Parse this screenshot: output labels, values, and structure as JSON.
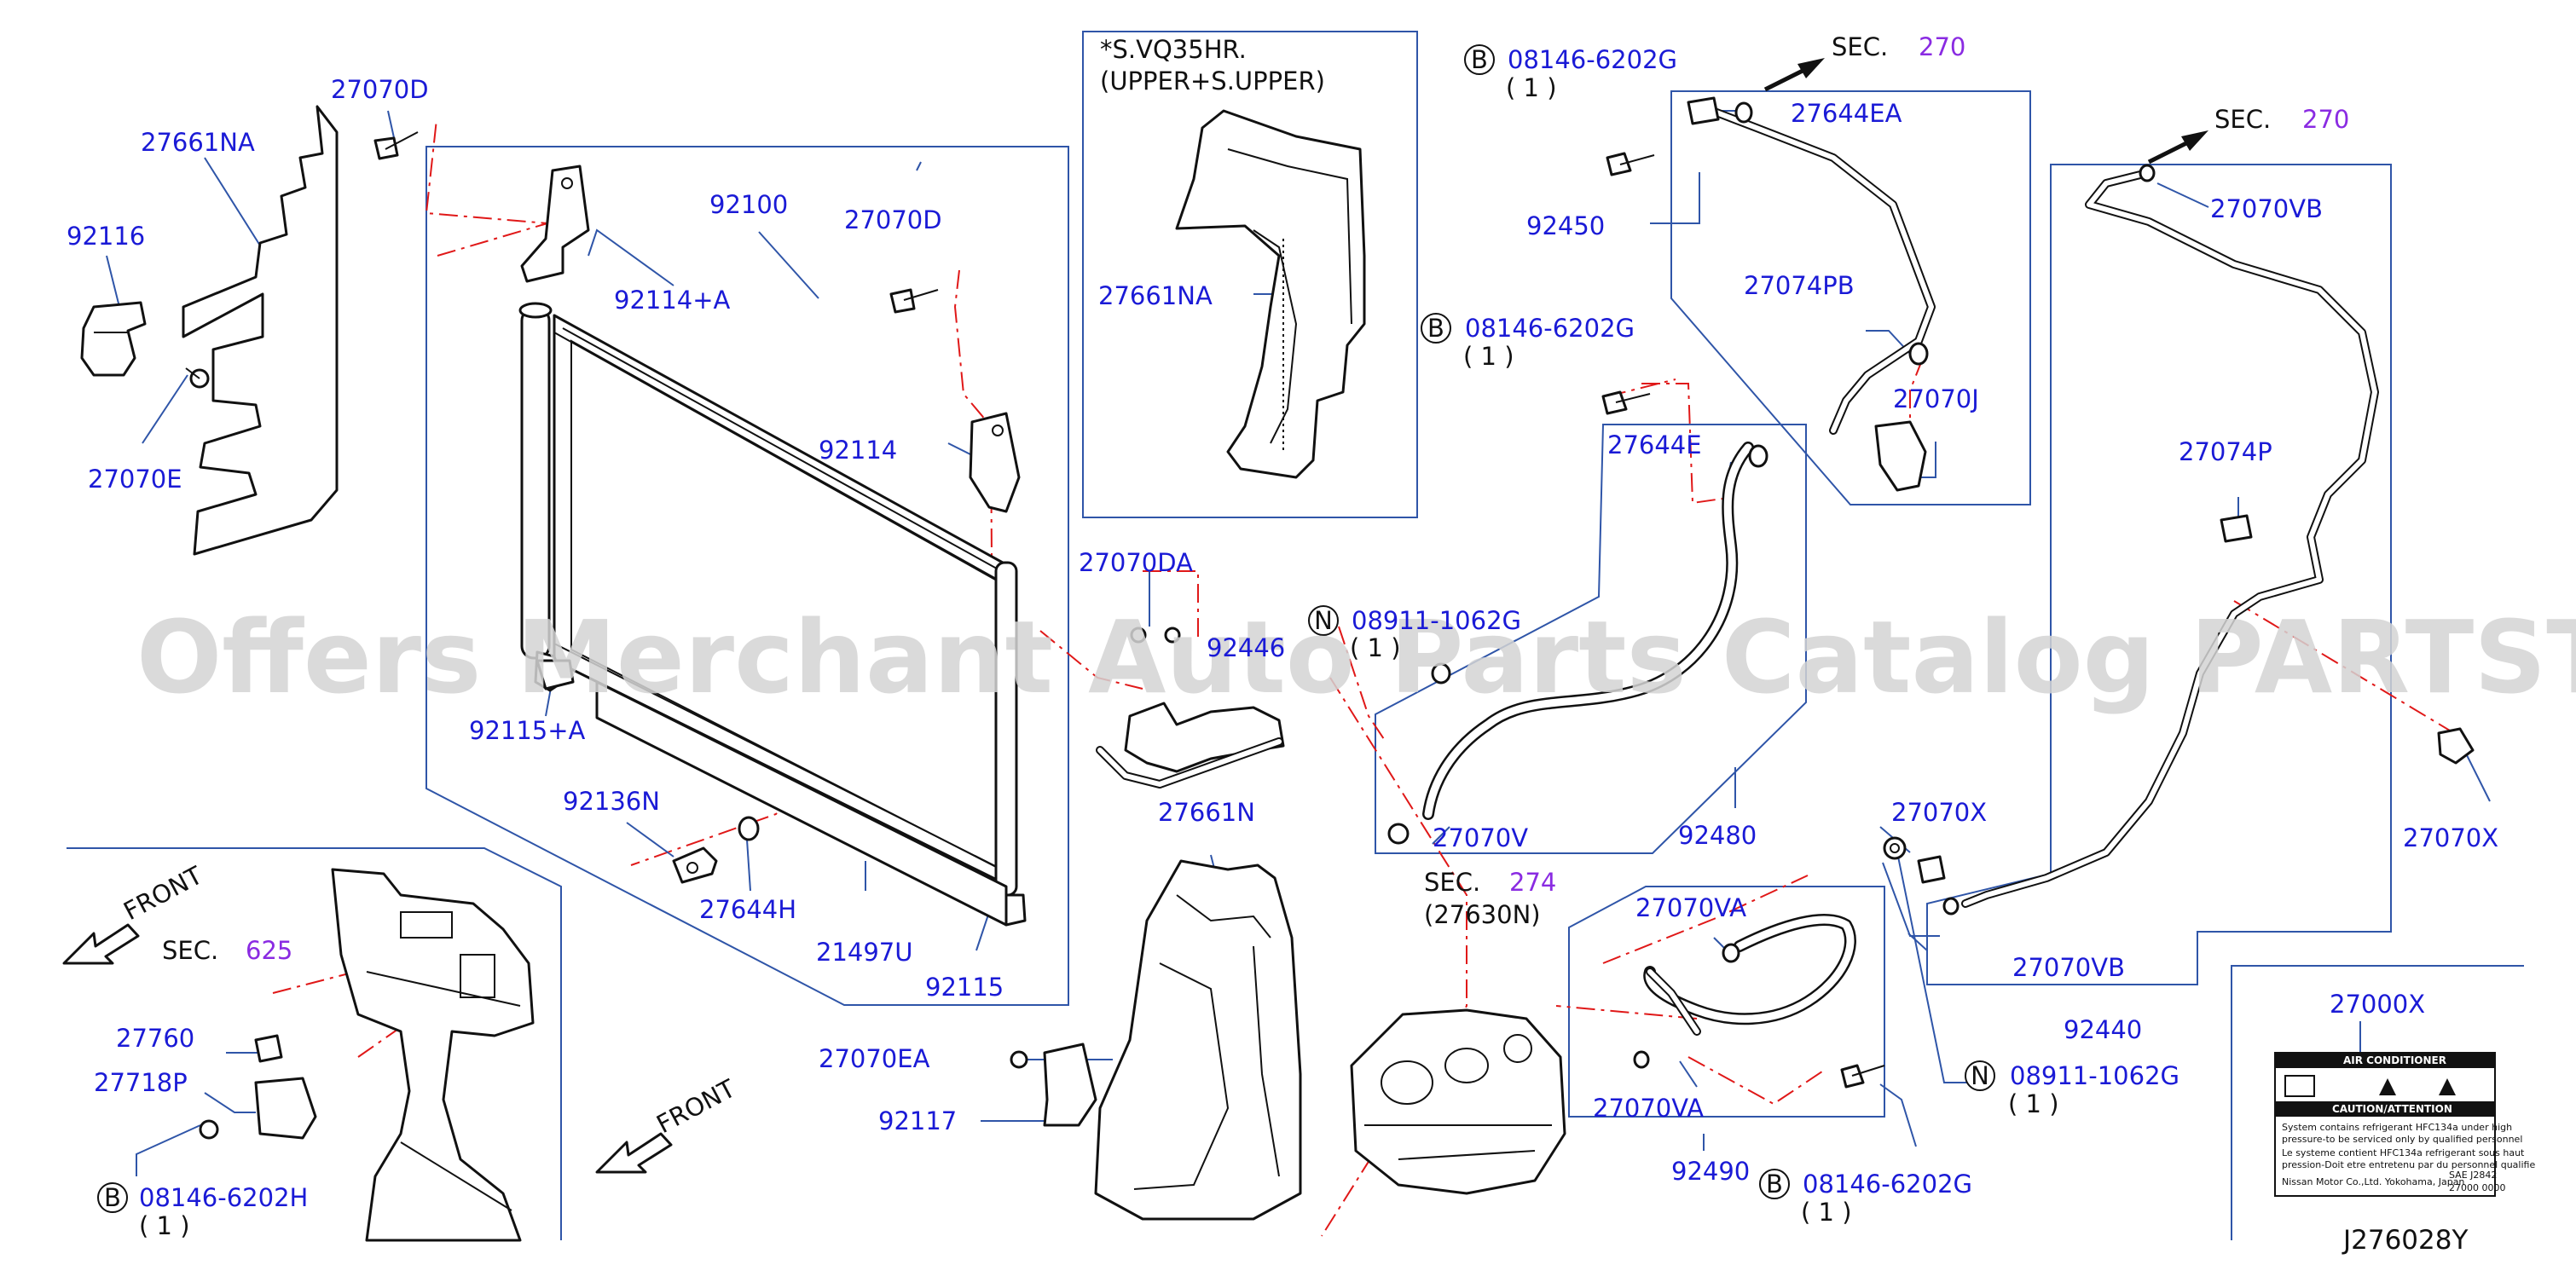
{
  "diagram_code": "J276028Y",
  "watermark": "Offers Merchant Auto Parts Catalog PARTSTORE.SA",
  "note": {
    "line1": "*S.VQ35HR.",
    "line2": "(UPPER+S.UPPER)"
  },
  "sections": {
    "sec270_a": {
      "prefix": "SEC.",
      "number": "270"
    },
    "sec270_b": {
      "prefix": "SEC.",
      "number": "270"
    },
    "sec274": {
      "prefix": "SEC.",
      "number": "274",
      "sub": "(27630N)"
    },
    "sec625": {
      "prefix": "SEC.",
      "number": "625"
    }
  },
  "front_labels": [
    "FRONT",
    "FRONT"
  ],
  "bolt_marker": "B",
  "nut_marker": "N",
  "qty": "( 1 )",
  "parts": {
    "p27661NA_a": "27661NA",
    "p27070D_a": "27070D",
    "p92116": "92116",
    "p27070E": "27070E",
    "p92100": "92100",
    "p92114A": "92114+A",
    "p27070D_b": "27070D",
    "p92114": "92114",
    "p92115A": "92115+A",
    "p92136N": "92136N",
    "p27644H": "27644H",
    "p21497U": "21497U",
    "p92115": "92115",
    "p27661NA_b": "27661NA",
    "p27070DA": "27070DA",
    "p92446": "92446",
    "p27661N": "27661N",
    "p27070EA": "27070EA",
    "p92117": "92117",
    "b1": "08146-6202G",
    "p27644EA": "27644EA",
    "p92450": "92450",
    "b2": "08146-6202G",
    "p27074PB": "27074PB",
    "p27070J": "27070J",
    "p27644E": "27644E",
    "n1": "08911-1062G",
    "p27070V": "27070V",
    "p92480": "92480",
    "p27070VB_a": "27070VB",
    "p27074P": "27074P",
    "p27070X_a": "27070X",
    "p27070X_b": "27070X",
    "p27070VB_b": "27070VB",
    "p92440": "92440",
    "p27070VA_a": "27070VA",
    "p27070VA_b": "27070VA",
    "p92490": "92490",
    "n2": "08911-1062G",
    "b3": "08146-6202G",
    "p27000X": "27000X",
    "p27760": "27760",
    "p27718P": "27718P",
    "b4": "08146-6202H"
  },
  "label_card": {
    "title": "AIR CONDITIONER",
    "caution": "CAUTION/ATTENTION",
    "en": [
      "System contains refrigerant HFC134a under high",
      "pressure-to be serviced only by qualified personnel"
    ],
    "fr": [
      "Le systeme contient HFC134a refrigerant sous haut",
      "pression-Doit etre entretenu par du personnel qualifie"
    ],
    "footer": "Nissan Motor Co.,Ltd. Yokohama, Japan",
    "codes": [
      "SAE J2842",
      "27000 0000"
    ]
  },
  "colors": {
    "label": "#1a1ad6",
    "section": "#8a2be2",
    "box": "#2f55a8",
    "dash": "#e01818",
    "watermark": "#d4d4d4"
  }
}
